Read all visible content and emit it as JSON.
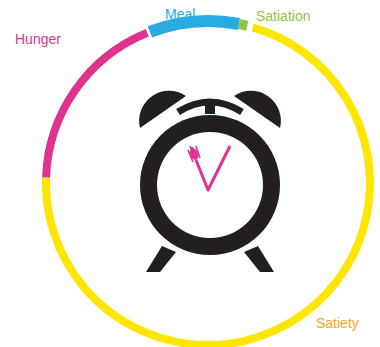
{
  "diagram": {
    "labels": [
      "Hunger",
      "Meal",
      "Satiation",
      "Satiety"
    ]
  }
}
